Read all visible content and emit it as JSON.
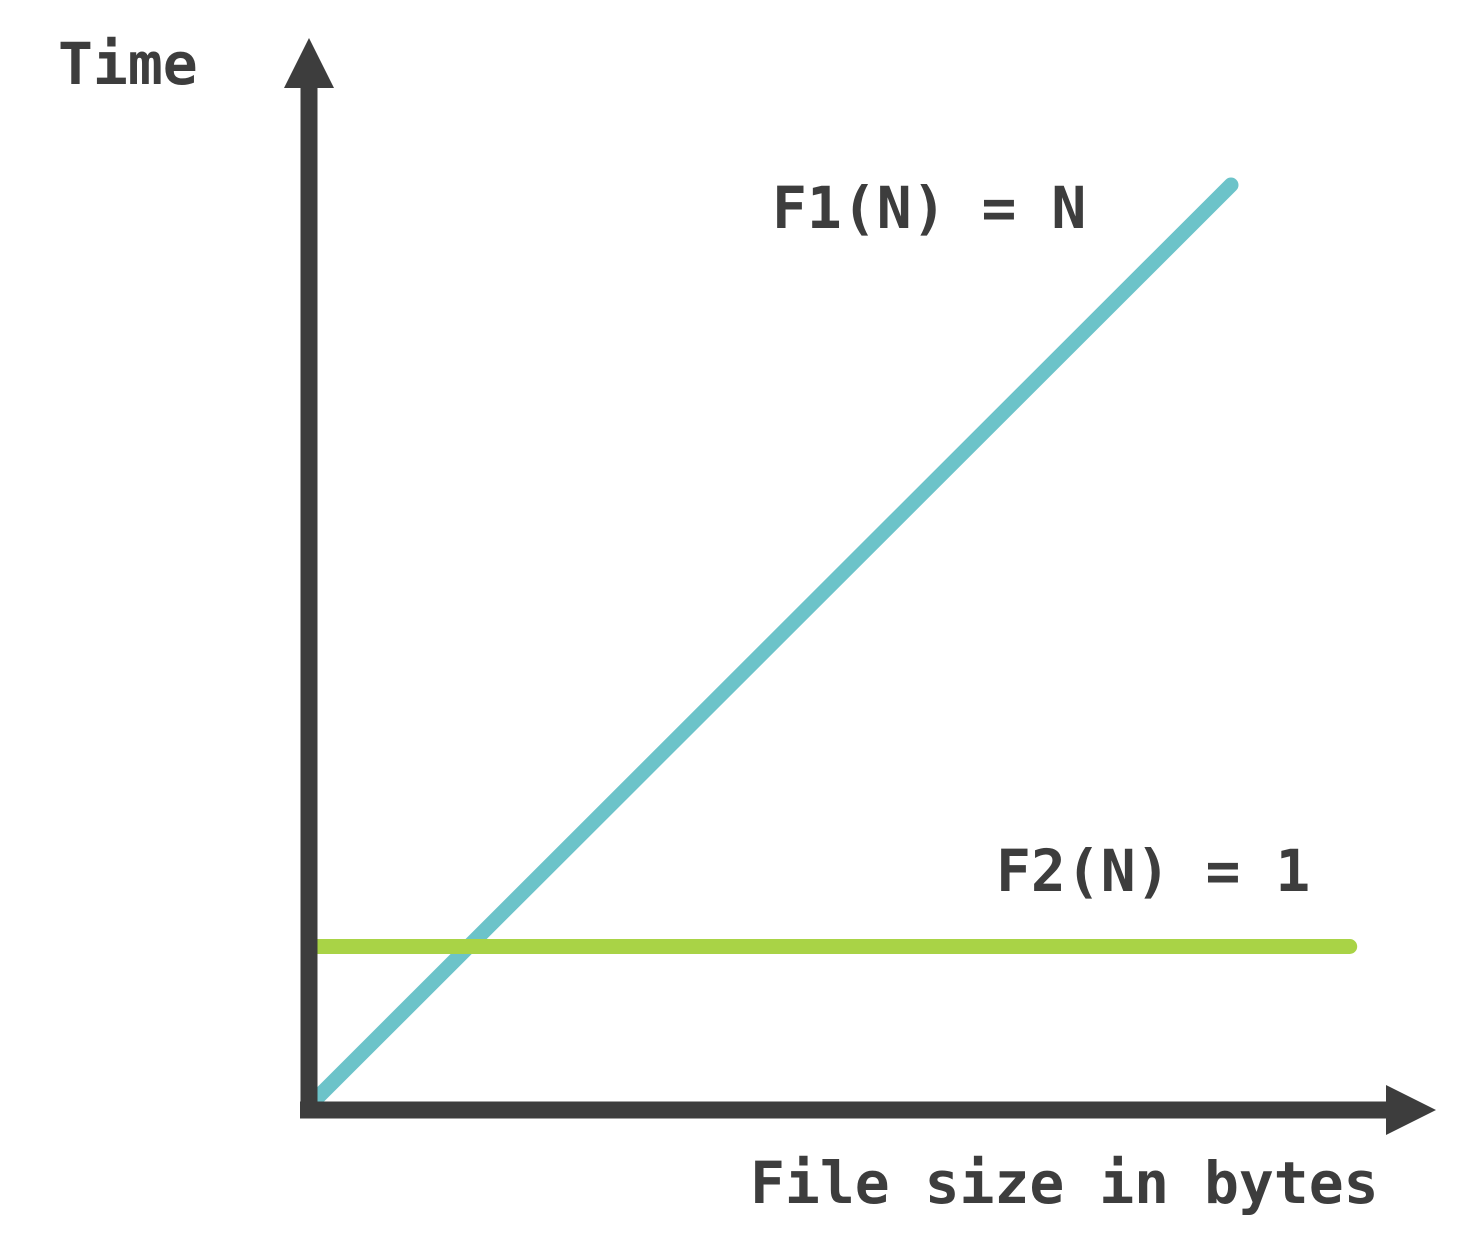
{
  "chart_data": {
    "type": "line",
    "title": "",
    "xlabel": "File size in bytes",
    "ylabel": "Time",
    "grid": false,
    "series": [
      {
        "name": "F1(N) = N",
        "color": "#6cc3c9",
        "x": [
          0,
          100
        ],
        "y": [
          0,
          100
        ]
      },
      {
        "name": "F2(N) = 1",
        "color": "#a9d346",
        "x": [
          0,
          113
        ],
        "y": [
          16.5,
          16.5
        ]
      }
    ],
    "axis_color": "#3d3d3d"
  }
}
